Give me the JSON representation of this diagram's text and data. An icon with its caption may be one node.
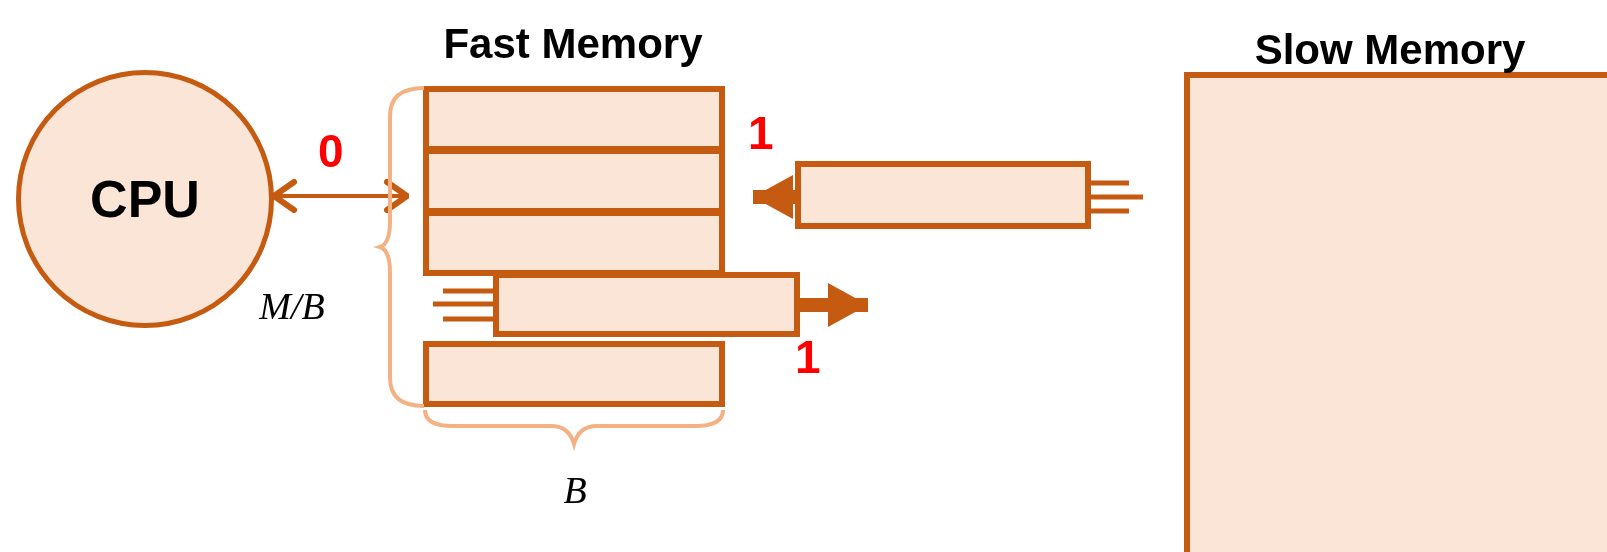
{
  "diagram": {
    "nodes": [
      {
        "text": [
          "CPU"
        ]
      },
      {
        "text": [
          "Fast Memory"
        ]
      },
      {
        "text": [
          "Slow Memory"
        ]
      },
      {
        "text": [],
        "shape": "box",
        "in": 1
      },
      {
        "text": [],
        "shape": "box",
        "in": 1
      },
      {
        "text": [],
        "shape": "box",
        "in": 1
      },
      {
        "text": [],
        "shape": "box",
        "in": 1
      },
      {
        "text": [],
        "shape": "box"
      },
      {
        "text": [],
        "shape": "box"
      }
    ],
    "edges": [
      {
        "from": 0,
        "to": 1,
        "arrow": "both",
        "label": "0"
      },
      {
        "from": 8,
        "to": 1,
        "arrow": "to",
        "label": "1"
      },
      {
        "from": 7,
        "to": null,
        "arrow": "to",
        "label": "1"
      }
    ],
    "labels": [
      "M/B",
      "B"
    ]
  }
}
